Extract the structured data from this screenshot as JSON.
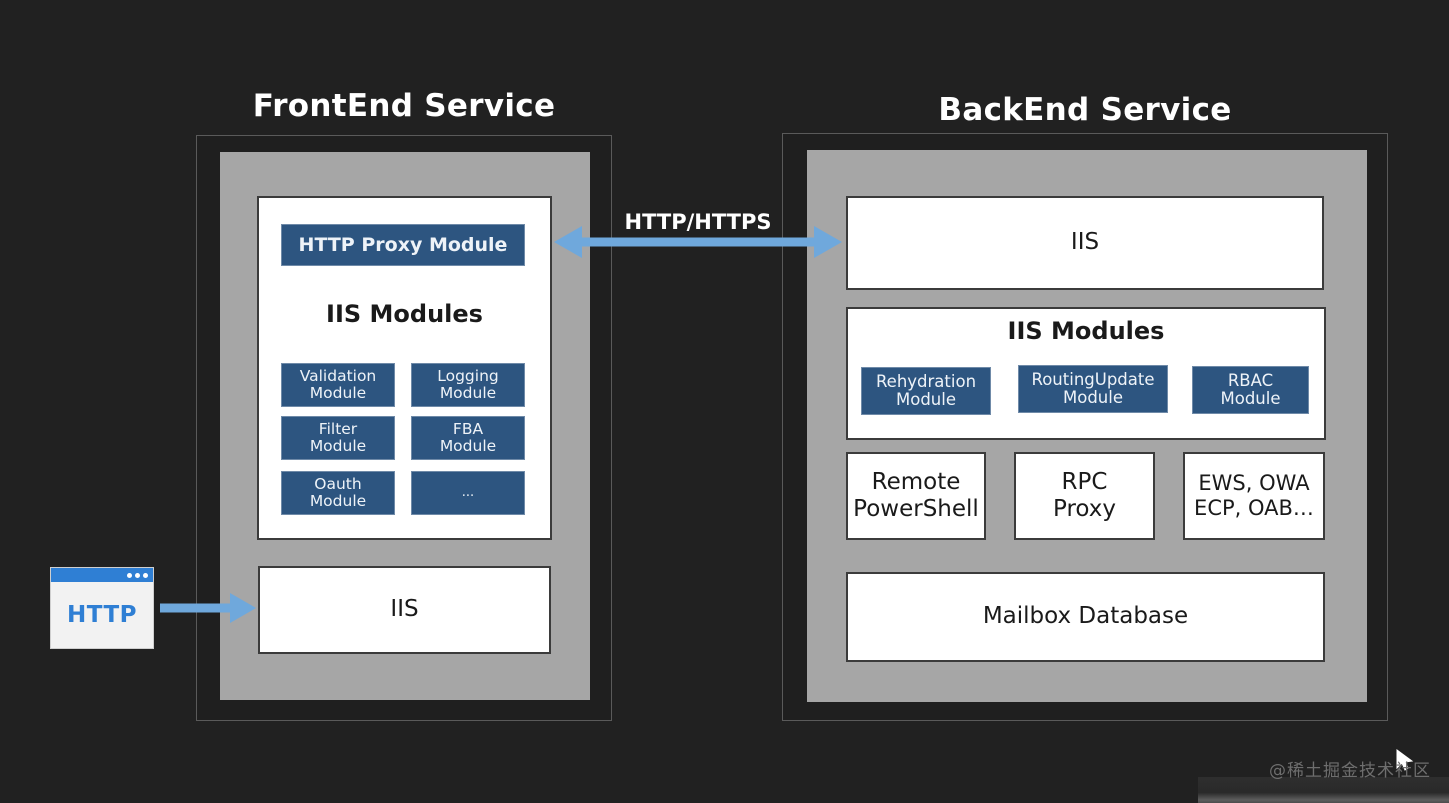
{
  "background_color": "#212121",
  "accent_blue": "#2d5580",
  "arrow_blue": "#6fa8dc",
  "panel_gray": "#a6a6a6",
  "frontend": {
    "title": "FrontEnd Service",
    "modules_heading": "IIS Modules",
    "http_proxy_module": "HTTP Proxy Module",
    "modules": [
      {
        "label": "Validation\nModule"
      },
      {
        "label": "Logging\nModule"
      },
      {
        "label": "Filter\nModule"
      },
      {
        "label": "FBA\nModule"
      },
      {
        "label": "Oauth\nModule"
      },
      {
        "label": "..."
      }
    ],
    "iis": "IIS"
  },
  "backend": {
    "title": "BackEnd Service",
    "iis": "IIS",
    "modules_heading": "IIS Modules",
    "modules": [
      {
        "label": "Rehydration\nModule"
      },
      {
        "label": "RoutingUpdate\nModule"
      },
      {
        "label": "RBAC\nModule"
      }
    ],
    "services": [
      {
        "label": "Remote\nPowerShell"
      },
      {
        "label": "RPC\nProxy"
      },
      {
        "label": "EWS, OWA\nECP, OAB…"
      }
    ],
    "mailbox_database": "Mailbox Database"
  },
  "client": {
    "browser_label": "HTTP"
  },
  "connections": {
    "client_to_frontend": "",
    "frontend_to_backend_label": "HTTP/HTTPS"
  },
  "watermark": {
    "text": "@稀土掘金技术社区"
  }
}
